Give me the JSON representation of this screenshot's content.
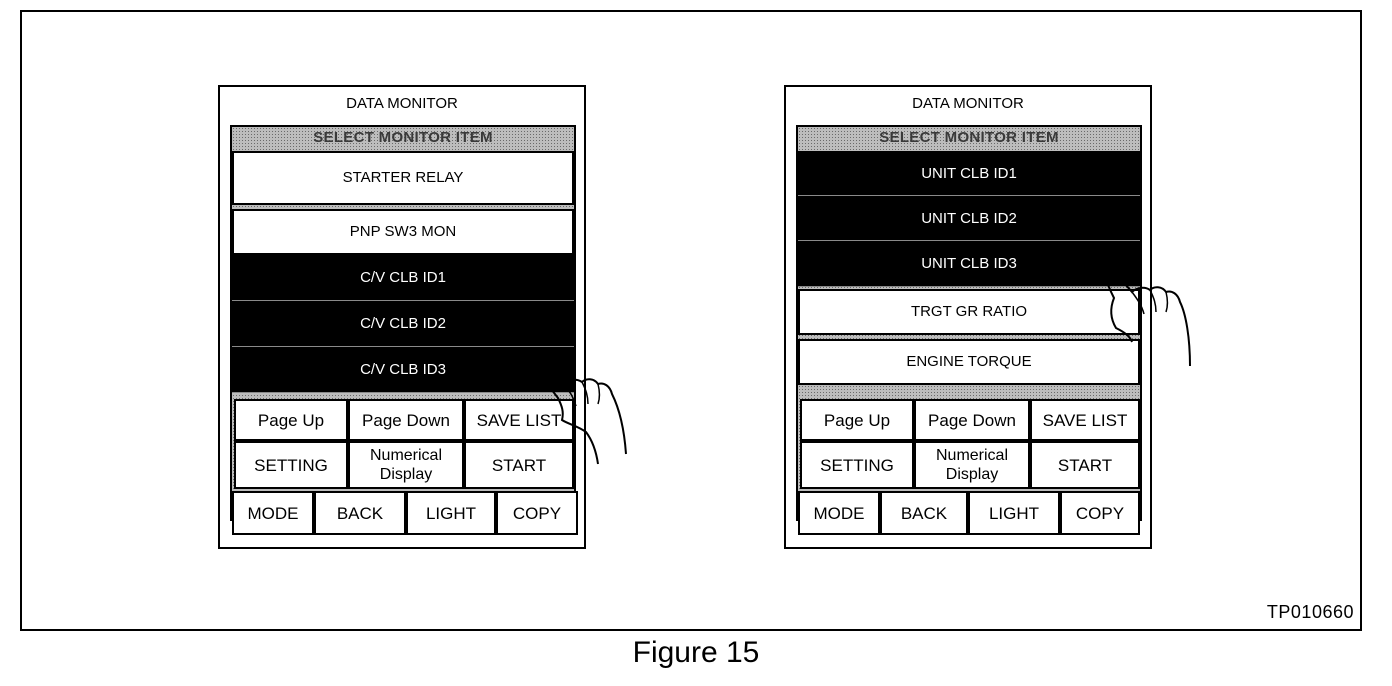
{
  "figure": {
    "id": "TP010660",
    "caption": "Figure 15"
  },
  "left_device": {
    "title": "DATA MONITOR",
    "header": "SELECT MONITOR ITEM",
    "items": [
      {
        "label": "STARTER RELAY",
        "selected": false
      },
      {
        "label": "PNP SW3 MON",
        "selected": false
      },
      {
        "label": "C/V CLB ID1",
        "selected": true
      },
      {
        "label": "C/V CLB ID2",
        "selected": true
      },
      {
        "label": "C/V CLB ID3",
        "selected": true
      }
    ],
    "buttons": {
      "page_up": "Page Up",
      "page_down": "Page Down",
      "save_list": "SAVE LIST",
      "setting": "SETTING",
      "numerical": "Numerical Display",
      "start": "START",
      "mode": "MODE",
      "back": "BACK",
      "light": "LIGHT",
      "copy": "COPY"
    }
  },
  "right_device": {
    "title": "DATA MONITOR",
    "header": "SELECT MONITOR ITEM",
    "items": [
      {
        "label": "UNIT CLB ID1",
        "selected": true
      },
      {
        "label": "UNIT CLB ID2",
        "selected": true
      },
      {
        "label": "UNIT CLB ID3",
        "selected": true
      },
      {
        "label": "TRGT GR RATIO",
        "selected": false
      },
      {
        "label": "ENGINE TORQUE",
        "selected": false
      }
    ],
    "buttons": {
      "page_up": "Page Up",
      "page_down": "Page Down",
      "save_list": "SAVE LIST",
      "setting": "SETTING",
      "numerical": "Numerical Display",
      "start": "START",
      "mode": "MODE",
      "back": "BACK",
      "light": "LIGHT",
      "copy": "COPY"
    }
  },
  "colors": {
    "selected_bg": "#000000",
    "unselected_bg": "#ffffff",
    "header_pattern": "#bdbdbd"
  }
}
